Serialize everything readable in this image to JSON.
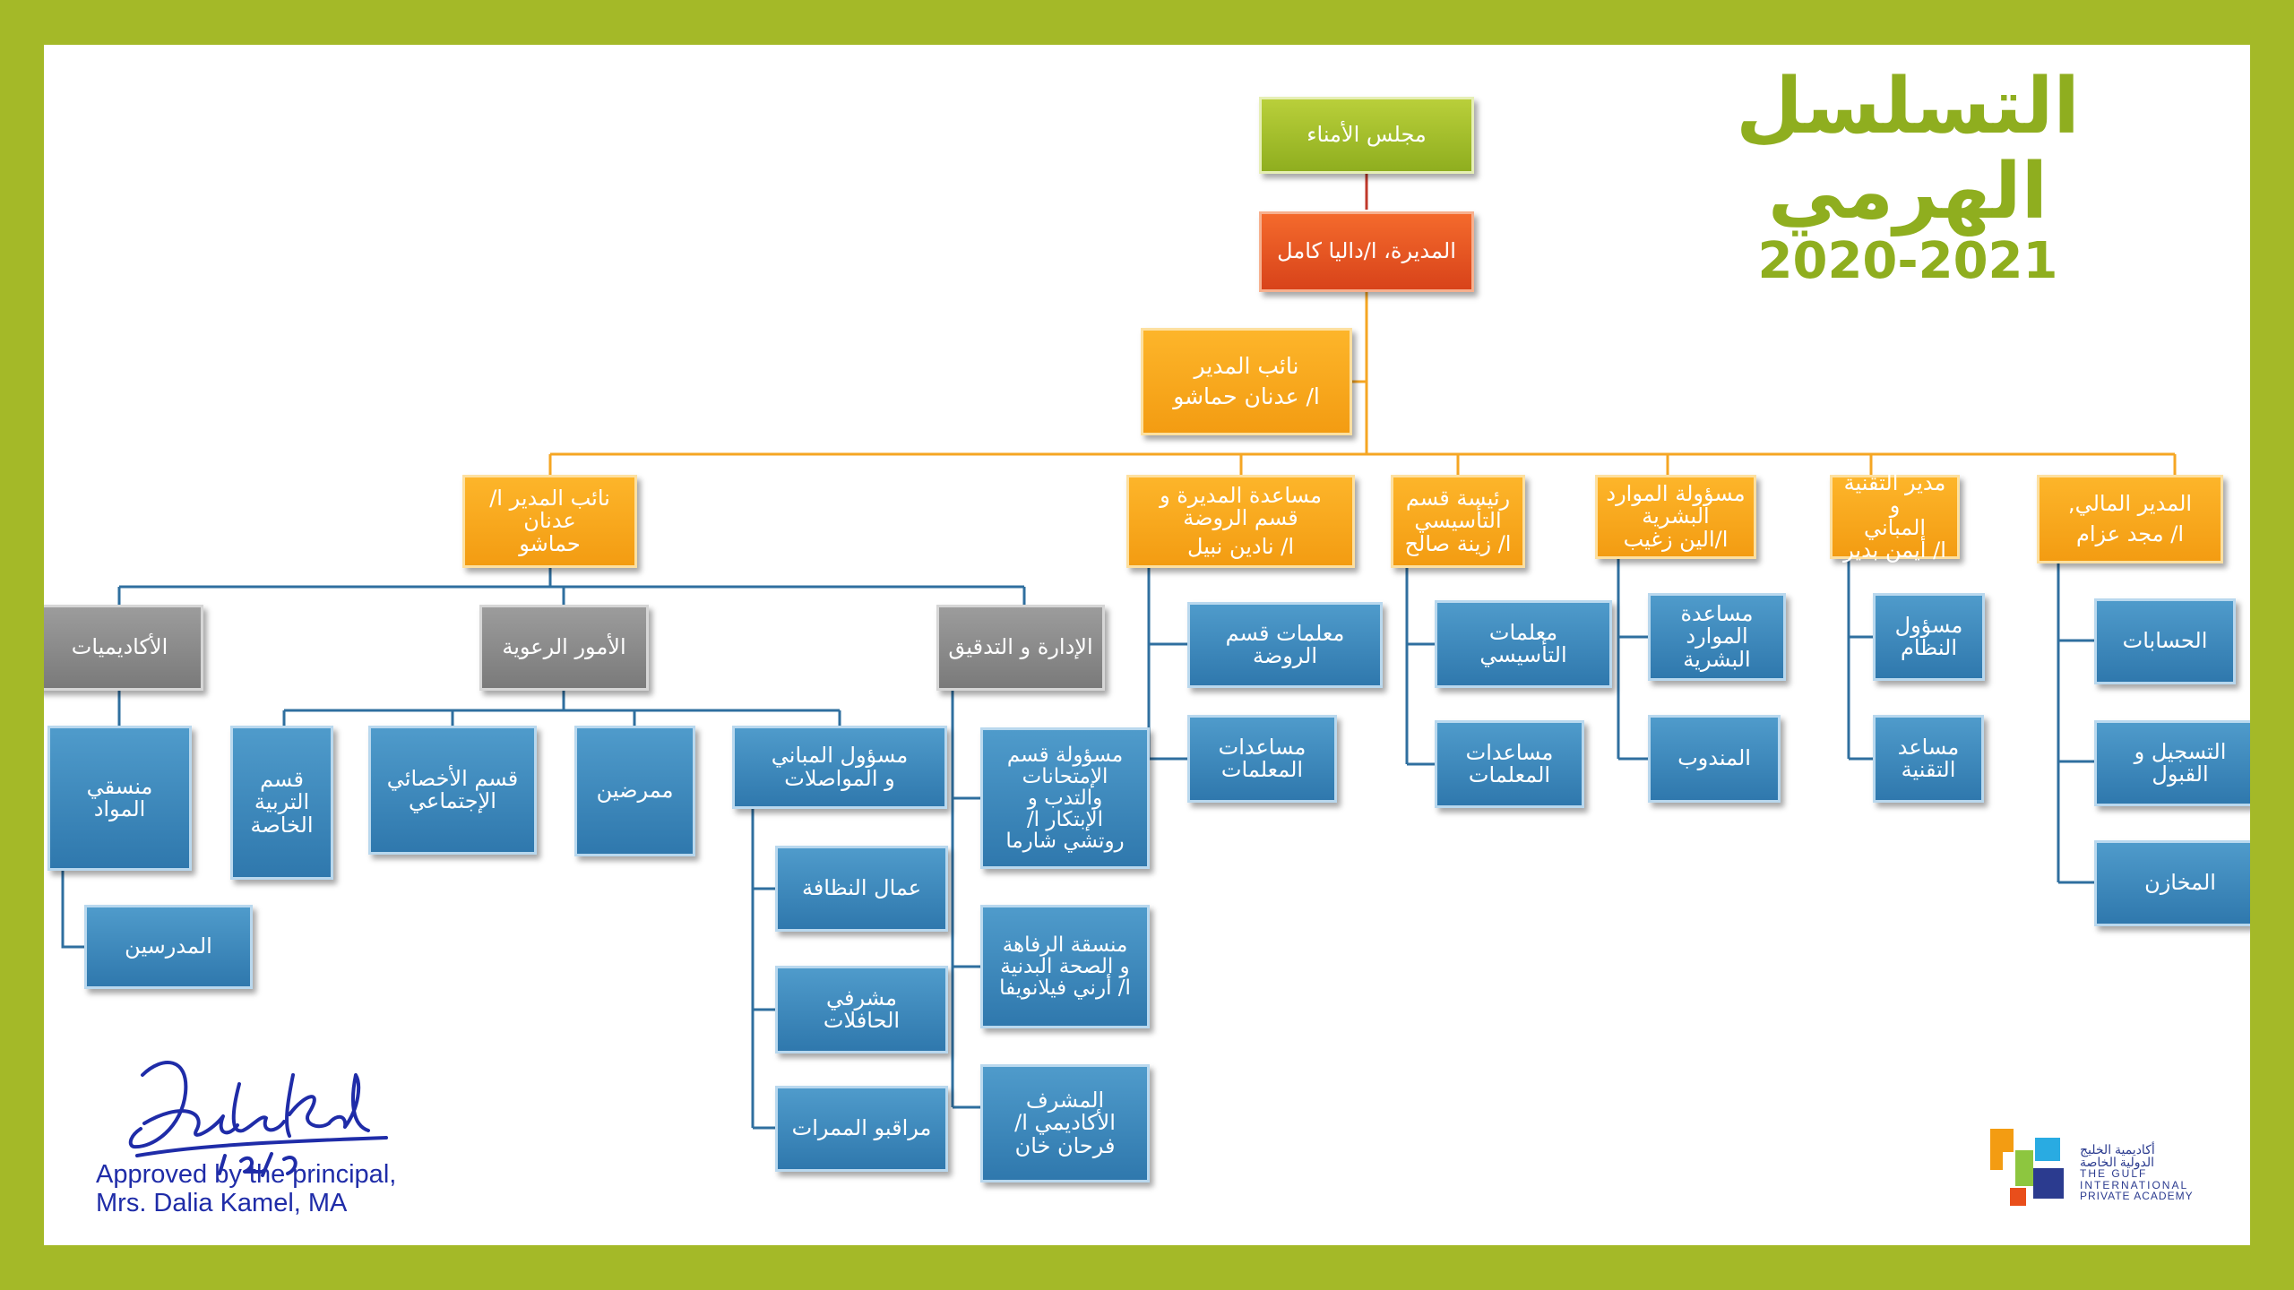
{
  "title": {
    "arabic": "التسلسل الهرمي",
    "year": "2020-2021"
  },
  "nodes": {
    "board": "مجلس الأمناء",
    "principal": "المديرة، ا/داليا كامل",
    "vice_top": [
      "نائب المدير",
      "ا/ عدنان حماشو"
    ],
    "vice_left": [
      "نائب المدير ا/عدنان",
      "حماشو"
    ],
    "kg_assistant": [
      "مساعدة المديرة و",
      "قسم الروضة",
      "ا/ نادين نبيل"
    ],
    "foundation_head": [
      "رئيسة قسم",
      "التأسيسي",
      "ا/ زينة صالح"
    ],
    "hr_officer": [
      "مسؤولة الموارد",
      "البشرية",
      "ا/الين زغيب"
    ],
    "it_director": [
      "مدير التقنية و",
      "المباني",
      "ا/ أيمن بدير"
    ],
    "finance_director": [
      "المدير المالي,",
      "ا/ مجد عزام"
    ],
    "academics": "الأكاديميات",
    "pastoral": "الأمور الرعوية",
    "admin_audit": "الإدارة و التدقيق",
    "subject_coord": [
      "منسقي",
      "المواد"
    ],
    "teachers": "المدرسين",
    "special_ed": [
      "قسم",
      "التربية",
      "الخاصة"
    ],
    "social_worker": [
      "قسم الأخصائي",
      "الإجتماعي"
    ],
    "nurses": "ممرضين",
    "buildings": [
      "مسؤول المباني",
      "و المواصلات"
    ],
    "cleaners": "عمال النظافة",
    "bus_supervisors": [
      "مشرفي",
      "الحافلات"
    ],
    "corridor_monitors": "مراقبو الممرات",
    "exams": [
      "مسؤولة قسم",
      "الإمتحانات",
      "والتدب و",
      "الإبتكار ا/",
      "روتشي شارما"
    ],
    "wellbeing": [
      "منسقة الرفاهة",
      "و الصحة البدنية",
      "ا/ أرني فيلانويفا"
    ],
    "academic_supervisor": [
      "المشرف",
      "الأكاديمي ا/",
      "فرحان خان"
    ],
    "kg_teachers": [
      "معلمات قسم",
      "الروضة"
    ],
    "kg_assistants": [
      "مساعدات",
      "المعلمات"
    ],
    "foundation_teachers": [
      "معلمات",
      "التأسيسي"
    ],
    "foundation_assistants": [
      "مساعدات",
      "المعلمات"
    ],
    "hr_assistant": [
      "مساعدة",
      "الموارد",
      "البشرية"
    ],
    "representative": "المندوب",
    "sysadmin": [
      "مسؤول",
      "النظام"
    ],
    "tech_assistant": [
      "مساعد",
      "التقنية"
    ],
    "accounts": "الحسابات",
    "admissions": [
      "التسجيل و",
      "القبول"
    ],
    "stores": "المخازن"
  },
  "signature": {
    "approval_line1": "Approved by the principal,",
    "approval_line2": "Mrs. Dalia Kamel, MA"
  },
  "logo": {
    "arabic_line1": "أكاديمية الخليج",
    "arabic_line2": "الدولية الخاصة",
    "en_line1": "THE GULF",
    "en_line2": "INTERNATIONAL",
    "en_line3": "PRIVATE ACADEMY"
  },
  "colors": {
    "frame": "#a4b928",
    "title": "#8fae1f",
    "board": "#a4c22e",
    "principal": "#e8542a",
    "management": "#f7a81b",
    "section": "#8c8c8c",
    "unit": "#3a87bf",
    "line_red": "#c0392b",
    "line_orange": "#f5a623",
    "line_blue": "#2f6f9f",
    "signature_ink": "#1f2ca8"
  }
}
